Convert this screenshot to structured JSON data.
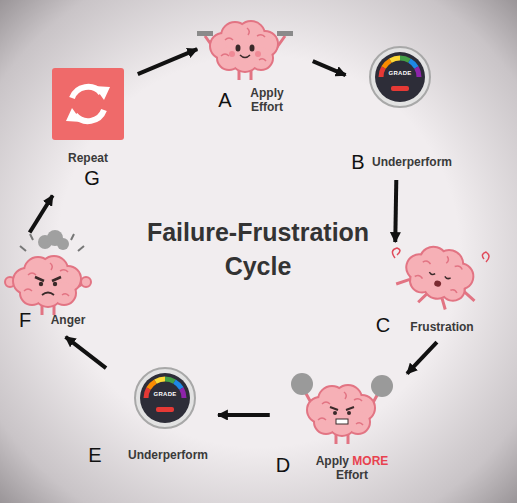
{
  "diagram": {
    "title": "Failure-Frustration Cycle",
    "nodes": [
      {
        "text": [
          "A",
          "Apply Effort"
        ]
      },
      {
        "text": [
          "B",
          "Underperform"
        ]
      },
      {
        "text": [
          "C",
          "Frustration"
        ]
      },
      {
        "text": [
          "D",
          "Apply MORE Effort"
        ]
      },
      {
        "text": [
          "E",
          "Underperform"
        ]
      },
      {
        "text": [
          "F",
          "Anger"
        ]
      },
      {
        "text": [
          "Repeat",
          "G"
        ]
      }
    ],
    "edges": [
      {
        "from": 0,
        "to": 1,
        "arrow": "to"
      },
      {
        "from": 1,
        "to": 2,
        "arrow": "to"
      },
      {
        "from": 2,
        "to": 3,
        "arrow": "to"
      },
      {
        "from": 3,
        "to": 4,
        "arrow": "to"
      },
      {
        "from": 4,
        "to": 5,
        "arrow": "to"
      },
      {
        "from": 5,
        "to": 6,
        "arrow": "to"
      },
      {
        "from": 6,
        "to": 0,
        "arrow": "to"
      }
    ],
    "labels": [
      "GRADE",
      "GRADE"
    ]
  }
}
